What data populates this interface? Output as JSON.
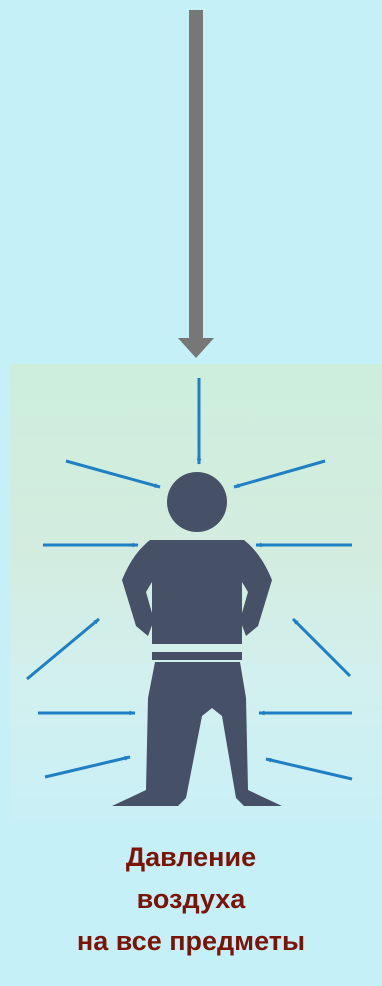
{
  "caption": {
    "line1": "Давление",
    "line2": "воздуха",
    "line3": "на все предметы"
  },
  "colors": {
    "background": "#c6f0f8",
    "big_arrow": "#777777",
    "small_arrows": "#1f7fc4",
    "figure": "#465066",
    "caption_text": "#7a1408"
  },
  "icons": {
    "pressure_arrow": "down-arrow-icon",
    "figure": "person-icon",
    "force_arrows": "arrow-icon"
  }
}
